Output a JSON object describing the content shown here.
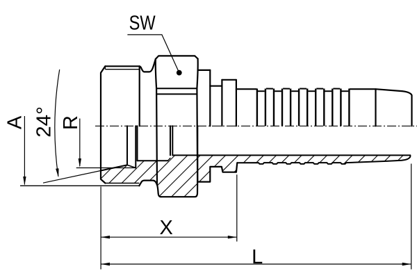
{
  "drawing": {
    "type": "technical-drawing",
    "subject": "hydraulic-hose-fitting-male-metric-section",
    "colors": {
      "line": "#000000",
      "background": "#ffffff"
    },
    "labels": {
      "wrench_size": "SW",
      "cone_diameter": "A",
      "cone_angle": "24°",
      "thread_radius": "R",
      "cutoff_length": "X",
      "overall_length": "L"
    }
  }
}
